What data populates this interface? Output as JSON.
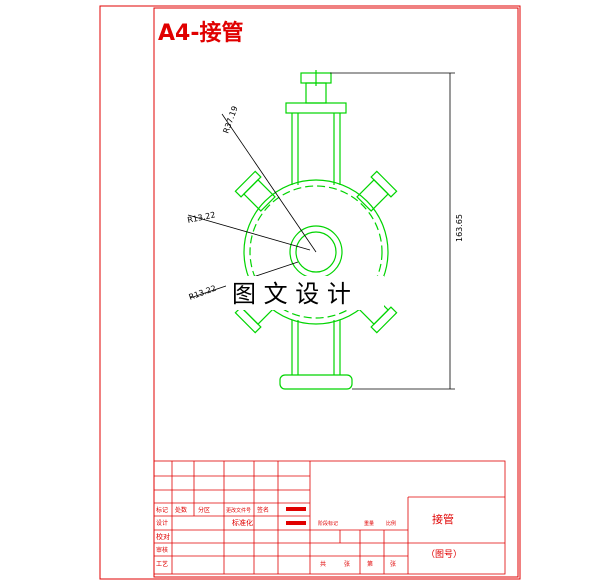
{
  "drawing": {
    "title": "A4-接管",
    "watermark": "图 文 设 计",
    "dimensions": {
      "radius_large": "R37.19",
      "radius_mid": "R13.22",
      "radius_small": "R13.22",
      "height": "163.65"
    }
  },
  "title_block": {
    "part_name": "接管",
    "drawing_number": "（图号）",
    "row_labels": {
      "mark": "标记",
      "design": "设计",
      "check": "校对",
      "review": "审核",
      "process": "工艺"
    },
    "header_cells": {
      "count": "处数",
      "zone": "分区",
      "change_doc": "更改文件号",
      "signature": "签名"
    },
    "standardization": "标准化",
    "stage_mark": "阶段标记",
    "weight": "重量",
    "scale": "比例",
    "sheet_total": "共",
    "sheet_unit_1": "张",
    "sheet_current": "第",
    "sheet_unit_2": "张"
  },
  "colors": {
    "frame": "#e00000",
    "geometry": "#00d400",
    "dimension": "#000000"
  }
}
